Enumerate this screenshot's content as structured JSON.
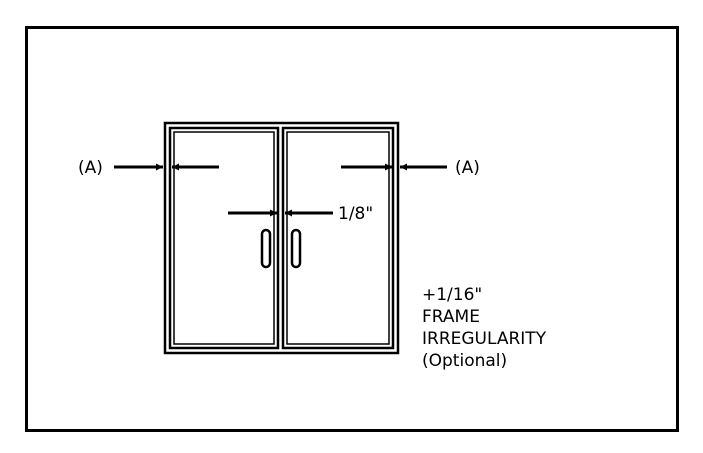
{
  "labels": {
    "left_gap": "(A)",
    "right_gap": "(A)",
    "center_gap": "1/8\"",
    "note": [
      "+1/16\"",
      "FRAME",
      "IRREGULARITY",
      "(Optional)"
    ]
  },
  "colors": {
    "line": "#000000",
    "background": "#ffffff"
  }
}
